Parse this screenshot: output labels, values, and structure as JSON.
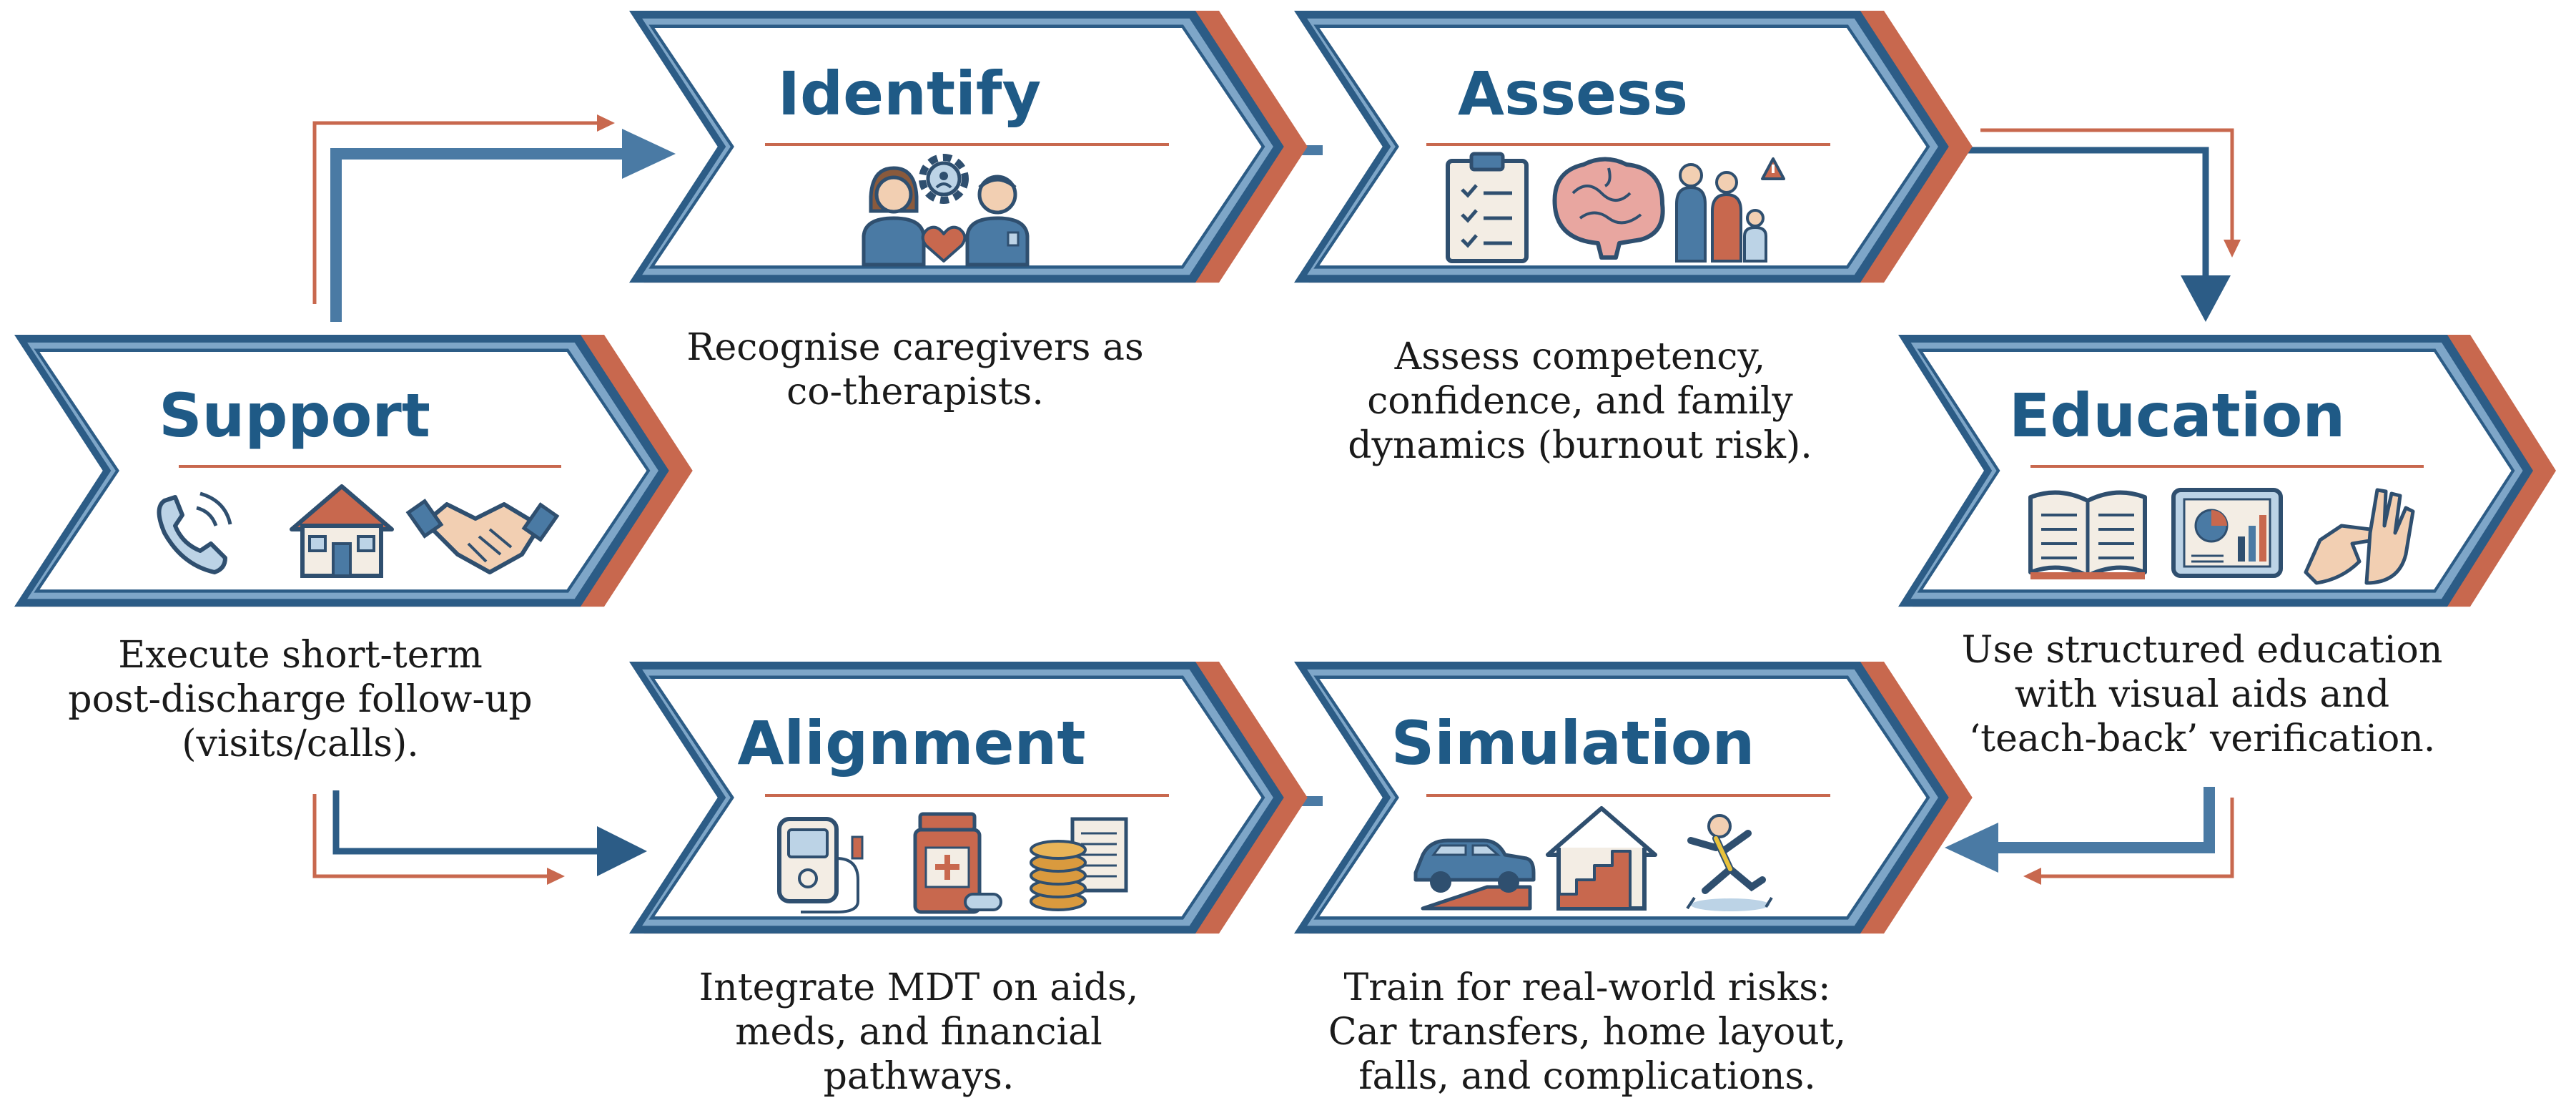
{
  "colors": {
    "frame_blue": "#4a7aa4",
    "frame_blue_dark": "#2c5c86",
    "accent_orange": "#c8684e",
    "title_text": "#1f5a86",
    "icon_stroke": "#2f4f6f",
    "icon_fill_light": "#bcd3e6",
    "body_text": "#1a1a1a"
  },
  "stages": {
    "support": {
      "title": "Support",
      "icons": [
        "phone-icon",
        "house-icon",
        "handshake-icon"
      ],
      "desc": [
        "Execute short-term",
        "post-discharge follow-up",
        "(visits/calls)."
      ]
    },
    "identify": {
      "title": "Identify",
      "icons": [
        "caregiver-woman-icon",
        "gear-icon",
        "heart-icon",
        "caregiver-man-icon"
      ],
      "desc": [
        "Recognise caregivers as",
        "co-therapists."
      ]
    },
    "assess": {
      "title": "Assess",
      "icons": [
        "checklist-clipboard-icon",
        "brain-icon",
        "family-warning-icon"
      ],
      "desc": [
        "Assess competency,",
        "confidence, and family",
        "dynamics (burnout risk)."
      ]
    },
    "education": {
      "title": "Education",
      "icons": [
        "open-book-icon",
        "tablet-chart-icon",
        "counting-hands-icon"
      ],
      "desc": [
        "Use structured education",
        "with visual aids and",
        "‘teach-back’ verification."
      ]
    },
    "simulation": {
      "title": "Simulation",
      "icons": [
        "car-ramp-icon",
        "house-stairs-icon",
        "falling-person-icon"
      ],
      "desc": [
        "Train for real-world risks:",
        "Car transfers, home layout,",
        "falls, and complications."
      ]
    },
    "alignment": {
      "title": "Alignment",
      "icons": [
        "glucose-meter-icon",
        "medicine-bottle-icon",
        "coins-document-icon"
      ],
      "desc": [
        "Integrate MDT on aids,",
        "meds, and financial",
        "pathways."
      ]
    }
  }
}
